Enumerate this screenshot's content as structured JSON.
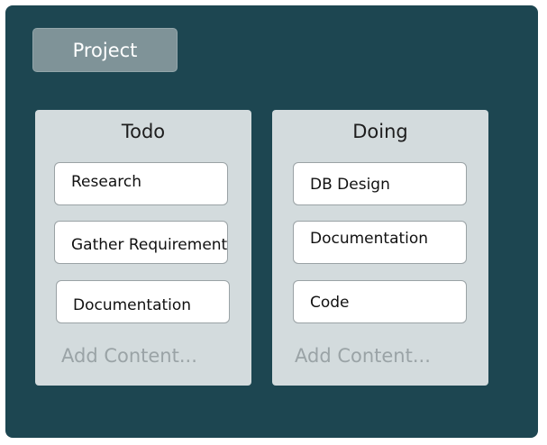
{
  "board": {
    "project_label": "Project",
    "columns": [
      {
        "title": "Todo",
        "cards": [
          "Research",
          "Gather Requirement",
          "Documentation"
        ],
        "add_placeholder": "Add Content..."
      },
      {
        "title": "Doing",
        "cards": [
          "DB Design",
          "Documentation",
          "Code"
        ],
        "add_placeholder": "Add Content..."
      }
    ]
  },
  "colors": {
    "board_background": "#1d4651",
    "project_button": "#7f9398",
    "column_background": "#d3dbdd",
    "card_background": "#ffffff",
    "placeholder_text": "#9aa3a6"
  }
}
